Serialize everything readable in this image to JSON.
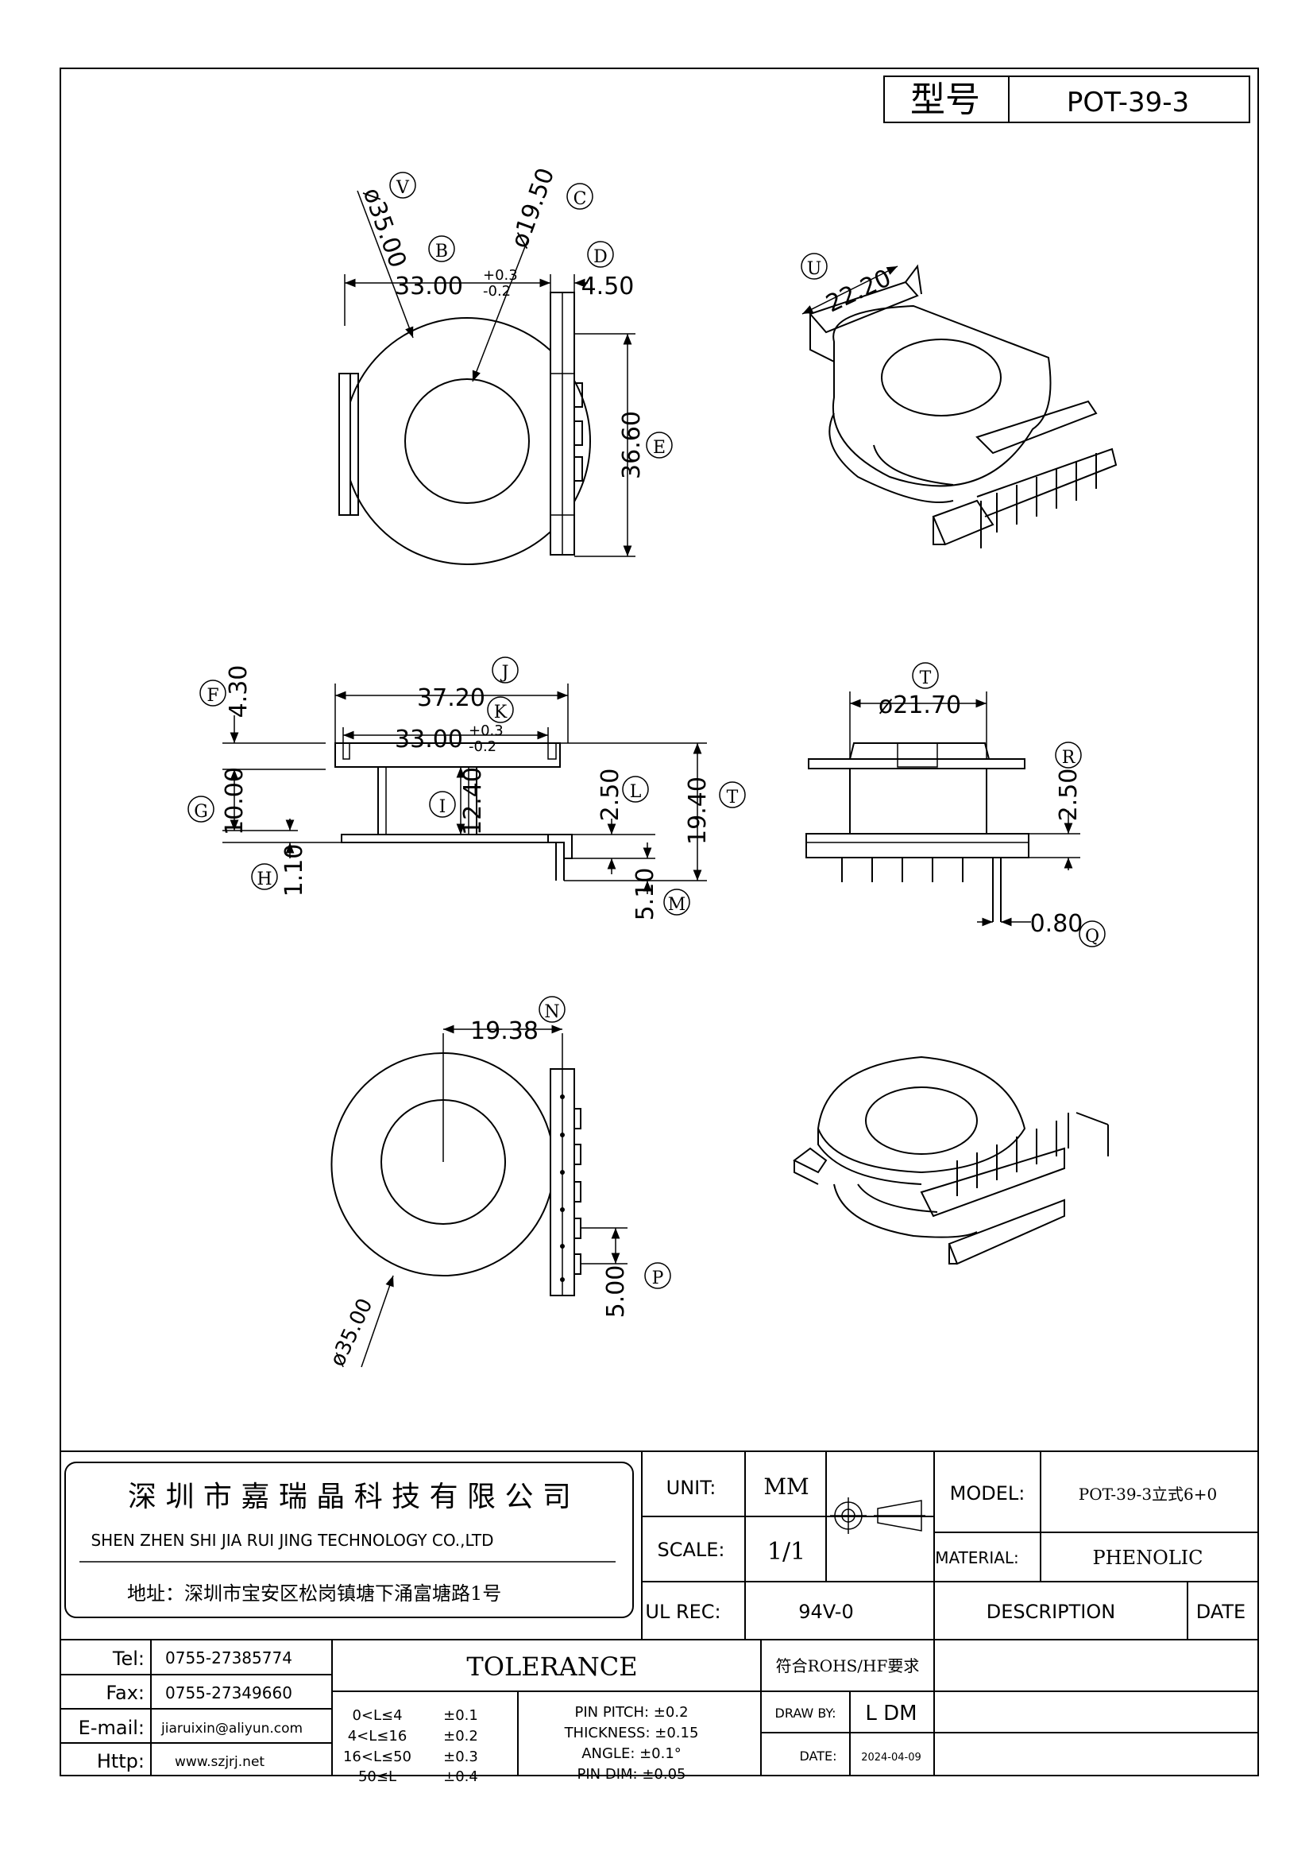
{
  "header": {
    "model_label": "型号",
    "model_value": "POT-39-3"
  },
  "dims": {
    "V": "V",
    "B": "B",
    "C": "C",
    "D": "D",
    "E": "E",
    "U": "U",
    "F": "F",
    "G": "G",
    "H": "H",
    "I": "I",
    "J": "J",
    "K": "K",
    "L": "L",
    "M": "M",
    "T": "T",
    "R": "R",
    "Q": "Q",
    "N": "N",
    "P": "P",
    "d35": "ø35.00",
    "d1950": "ø19.50",
    "w33": "33.00",
    "tol_plus": "+0.3",
    "tol_minus": "-0.2",
    "w450": "4.50",
    "h3660": "36.60",
    "w2220": "22.20",
    "w3720": "37.20",
    "h430": "4.30",
    "h1000": "10.00",
    "h110": "1.10",
    "h1240": "12.40",
    "h250": "2.50",
    "h510": "5.10",
    "h1940": "19.40",
    "d2170": "ø21.70",
    "h250r": "2.50",
    "w080": "0.80",
    "w1938": "19.38",
    "h500": "5.00",
    "d35b": "ø35.00"
  },
  "title_block": {
    "company_cn": "深 圳 市 嘉 瑞 晶 科 技 有 限 公 司",
    "company_en": "SHEN ZHEN SHI  JIA RUI JING  TECHNOLOGY CO.,LTD",
    "address": "地址：深圳市宝安区松岗镇塘下涌富塘路1号",
    "unit_label": "UNIT:",
    "unit_value": "MM",
    "scale_label": "SCALE:",
    "scale_value": "1/1",
    "model_label": "MODEL:",
    "model_value": "POT-39-3立式6+0",
    "material_label": "MATERIAL:",
    "material_value": "PHENOLIC",
    "ul_label": "UL REC:",
    "ul_value": "94V-0",
    "description_label": "DESCRIPTION",
    "date_label": "DATE",
    "tel_label": "Tel:",
    "tel_value": "0755-27385774",
    "fax_label": "Fax:",
    "fax_value": "0755-27349660",
    "email_label": "E-mail:",
    "email_value": "jiaruixin@aliyun.com",
    "http_label": "Http:",
    "http_value": "www.szjrj.net",
    "tolerance_title": "TOLERANCE",
    "tol_rows": [
      {
        "range": "0<L≤4",
        "val": "±0.1"
      },
      {
        "range": "4<L≤16",
        "val": "±0.2"
      },
      {
        "range": "16<L≤50",
        "val": "±0.3"
      },
      {
        "range": "50≤L",
        "val": "±0.4"
      }
    ],
    "pin_pitch": "PIN PITCH:  ±0.2",
    "thickness": "THICKNESS:  ±0.15",
    "angle": "ANGLE:  ±0.1°",
    "pin_dim": "PIN DIM:  ±0.05",
    "rohs": "符合ROHS/HF要求",
    "draw_by_label": "DRAW BY:",
    "draw_by_value": "L DM",
    "date_row_label": "DATE:",
    "date_value": "2024-04-09"
  }
}
